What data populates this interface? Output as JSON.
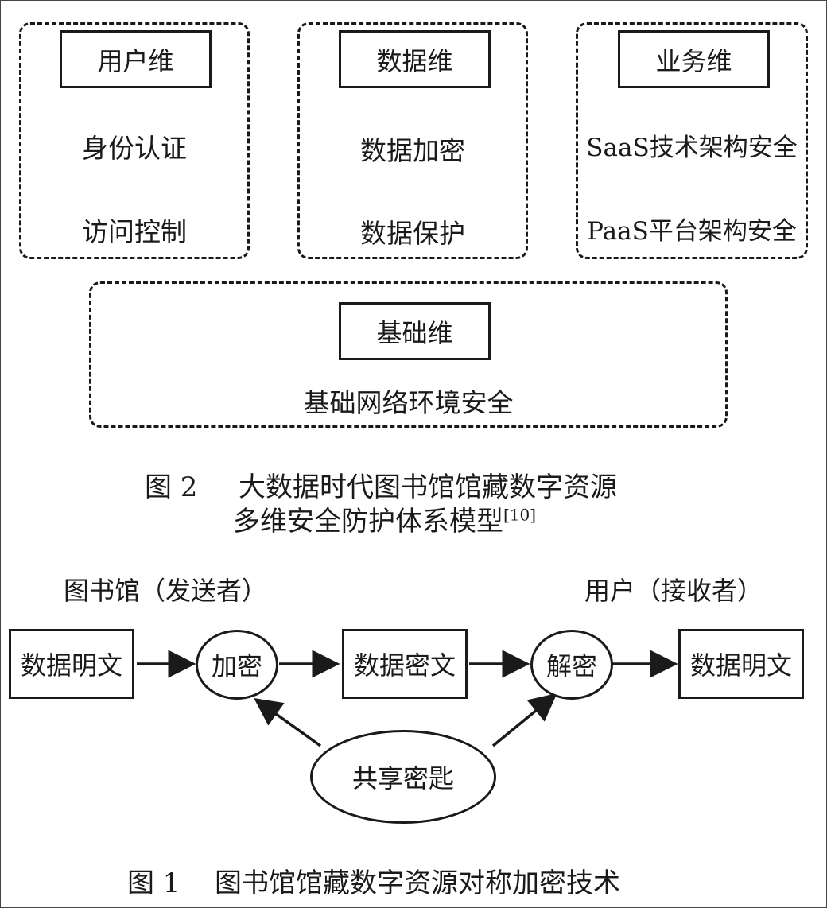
{
  "figure2": {
    "user_dim": {
      "title": "用户维",
      "items": [
        "身份认证",
        "访问控制"
      ]
    },
    "data_dim": {
      "title": "数据维",
      "items": [
        "数据加密",
        "数据保护"
      ]
    },
    "business_dim": {
      "title": "业务维",
      "items": [
        "SaaS技术架构安全",
        "PaaS平台架构安全"
      ]
    },
    "base_dim": {
      "title": "基础维",
      "items": [
        "基础网络环境安全"
      ]
    },
    "caption_label": "图 2",
    "caption_line1": "大数据时代图书馆馆藏数字资源",
    "caption_line2": "多维安全防护体系模型",
    "caption_cite": "[10]"
  },
  "figure1": {
    "sender_label": "图书馆（发送者）",
    "receiver_label": "用户（接收者）",
    "plaintext_left": "数据明文",
    "encrypt": "加密",
    "ciphertext": "数据密文",
    "decrypt": "解密",
    "plaintext_right": "数据明文",
    "shared_key": "共享密匙",
    "caption_label": "图 1",
    "caption_text": "图书馆馆藏数字资源对称加密技术"
  }
}
